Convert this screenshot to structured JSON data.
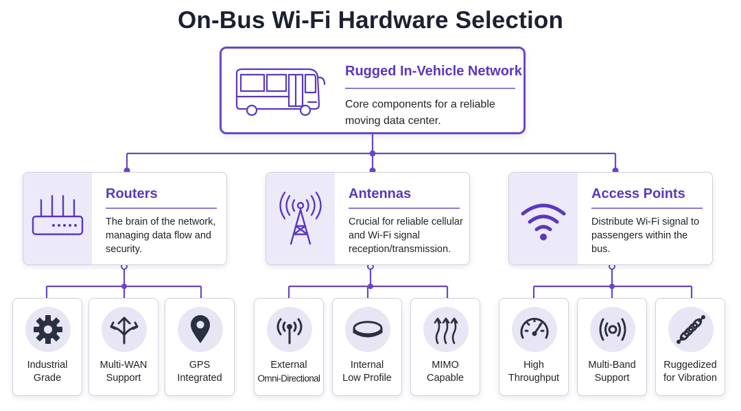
{
  "title": "On-Bus Wi-Fi Hardware Selection",
  "root": {
    "title": "Rugged In-Vehicle Network",
    "description": "Core components for a reliable moving data center.",
    "icon": "bus-icon"
  },
  "categories": [
    {
      "title": "Routers",
      "description": "The brain of the network, managing data flow and security.",
      "icon": "router-icon",
      "items": [
        {
          "line1": "Industrial",
          "line2": "Grade",
          "icon": "gear-icon"
        },
        {
          "line1": "Multi-WAN",
          "line2": "Support",
          "icon": "split-arrows-icon"
        },
        {
          "line1": "GPS",
          "line2": "Integrated",
          "icon": "map-pin-icon"
        }
      ]
    },
    {
      "title": "Antennas",
      "description": "Crucial for reliable cellular and Wi-Fi signal reception/transmission.",
      "icon": "antenna-tower-icon",
      "items": [
        {
          "line1": "External",
          "line2": "Omni-Directional",
          "icon": "omni-antenna-icon"
        },
        {
          "line1": "Internal",
          "line2": "Low Profile",
          "icon": "puck-antenna-icon"
        },
        {
          "line1": "MIMO",
          "line2": "Capable",
          "icon": "mimo-arrows-icon"
        }
      ]
    },
    {
      "title": "Access Points",
      "description": "Distribute Wi-Fi signal to passengers within the bus.",
      "icon": "wifi-icon",
      "items": [
        {
          "line1": "High",
          "line2": "Throughput",
          "icon": "speedometer-icon"
        },
        {
          "line1": "Multi-Band",
          "line2": "Support",
          "icon": "broadcast-icon"
        },
        {
          "line1": "Ruggedized",
          "line2": "for Vibration",
          "icon": "spring-icon"
        }
      ]
    }
  ],
  "colors": {
    "accent": "#5a37c0",
    "connector": "#6a45c9",
    "icon_dark": "#2b3040",
    "panel": "#ece9f9"
  }
}
